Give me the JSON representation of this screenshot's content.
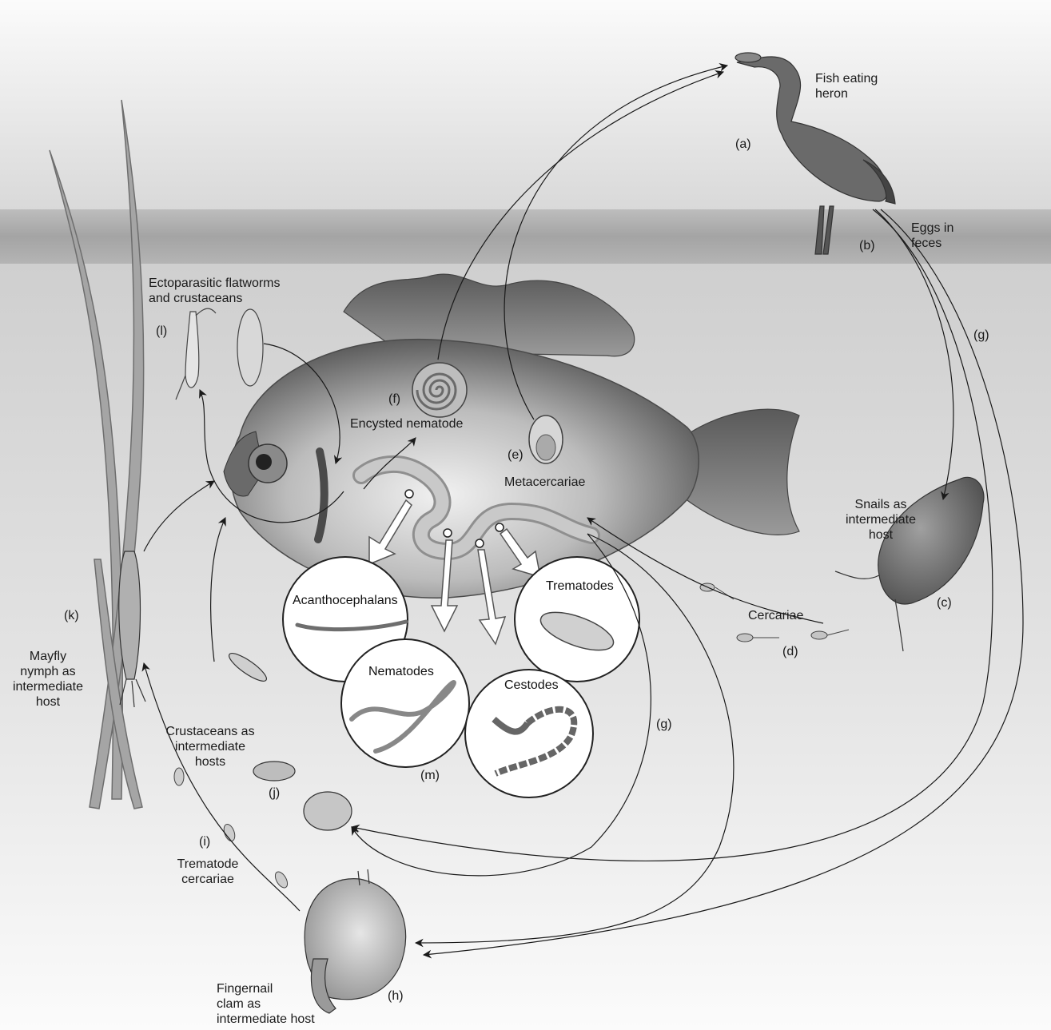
{
  "labels": {
    "heron": "Fish eating\nheron",
    "a": "(a)",
    "b": "(b)",
    "eggs": "Eggs in\nfeces",
    "g_top": "(g)",
    "g_mid": "(g)",
    "snails": "Snails as\nintermediate\nhost",
    "c": "(c)",
    "cercariae": "Cercariae",
    "d": "(d)",
    "ecto": "Ectoparasitic flatworms\nand crustaceans",
    "l": "(l)",
    "f": "(f)",
    "encysted": "Encysted nematode",
    "e": "(e)",
    "metacercariae": "Metacercariae",
    "k": "(k)",
    "mayfly": "Mayfly\nnymph as\nintermediate\nhost",
    "crustaceans": "Crustaceans as\nintermediate\nhosts",
    "j": "(j)",
    "i": "(i)",
    "trem_cercariae": "Trematode\ncercariae",
    "fingernail": "Fingernail\nclam as\nintermediate host",
    "h": "(h)",
    "m": "(m)",
    "acanthocephalans": "Acanthocephalans",
    "nematodes": "Nematodes",
    "trematodes": "Trematodes",
    "cestodes": "Cestodes"
  },
  "colors": {
    "sky_top": "#e2e2e2",
    "water_band": "#a8a8a8",
    "water_body": "#d4d4d4",
    "bottom": "#f8f8f8",
    "fish": "#7b7b7b",
    "arrow": "#1a1a1a"
  }
}
